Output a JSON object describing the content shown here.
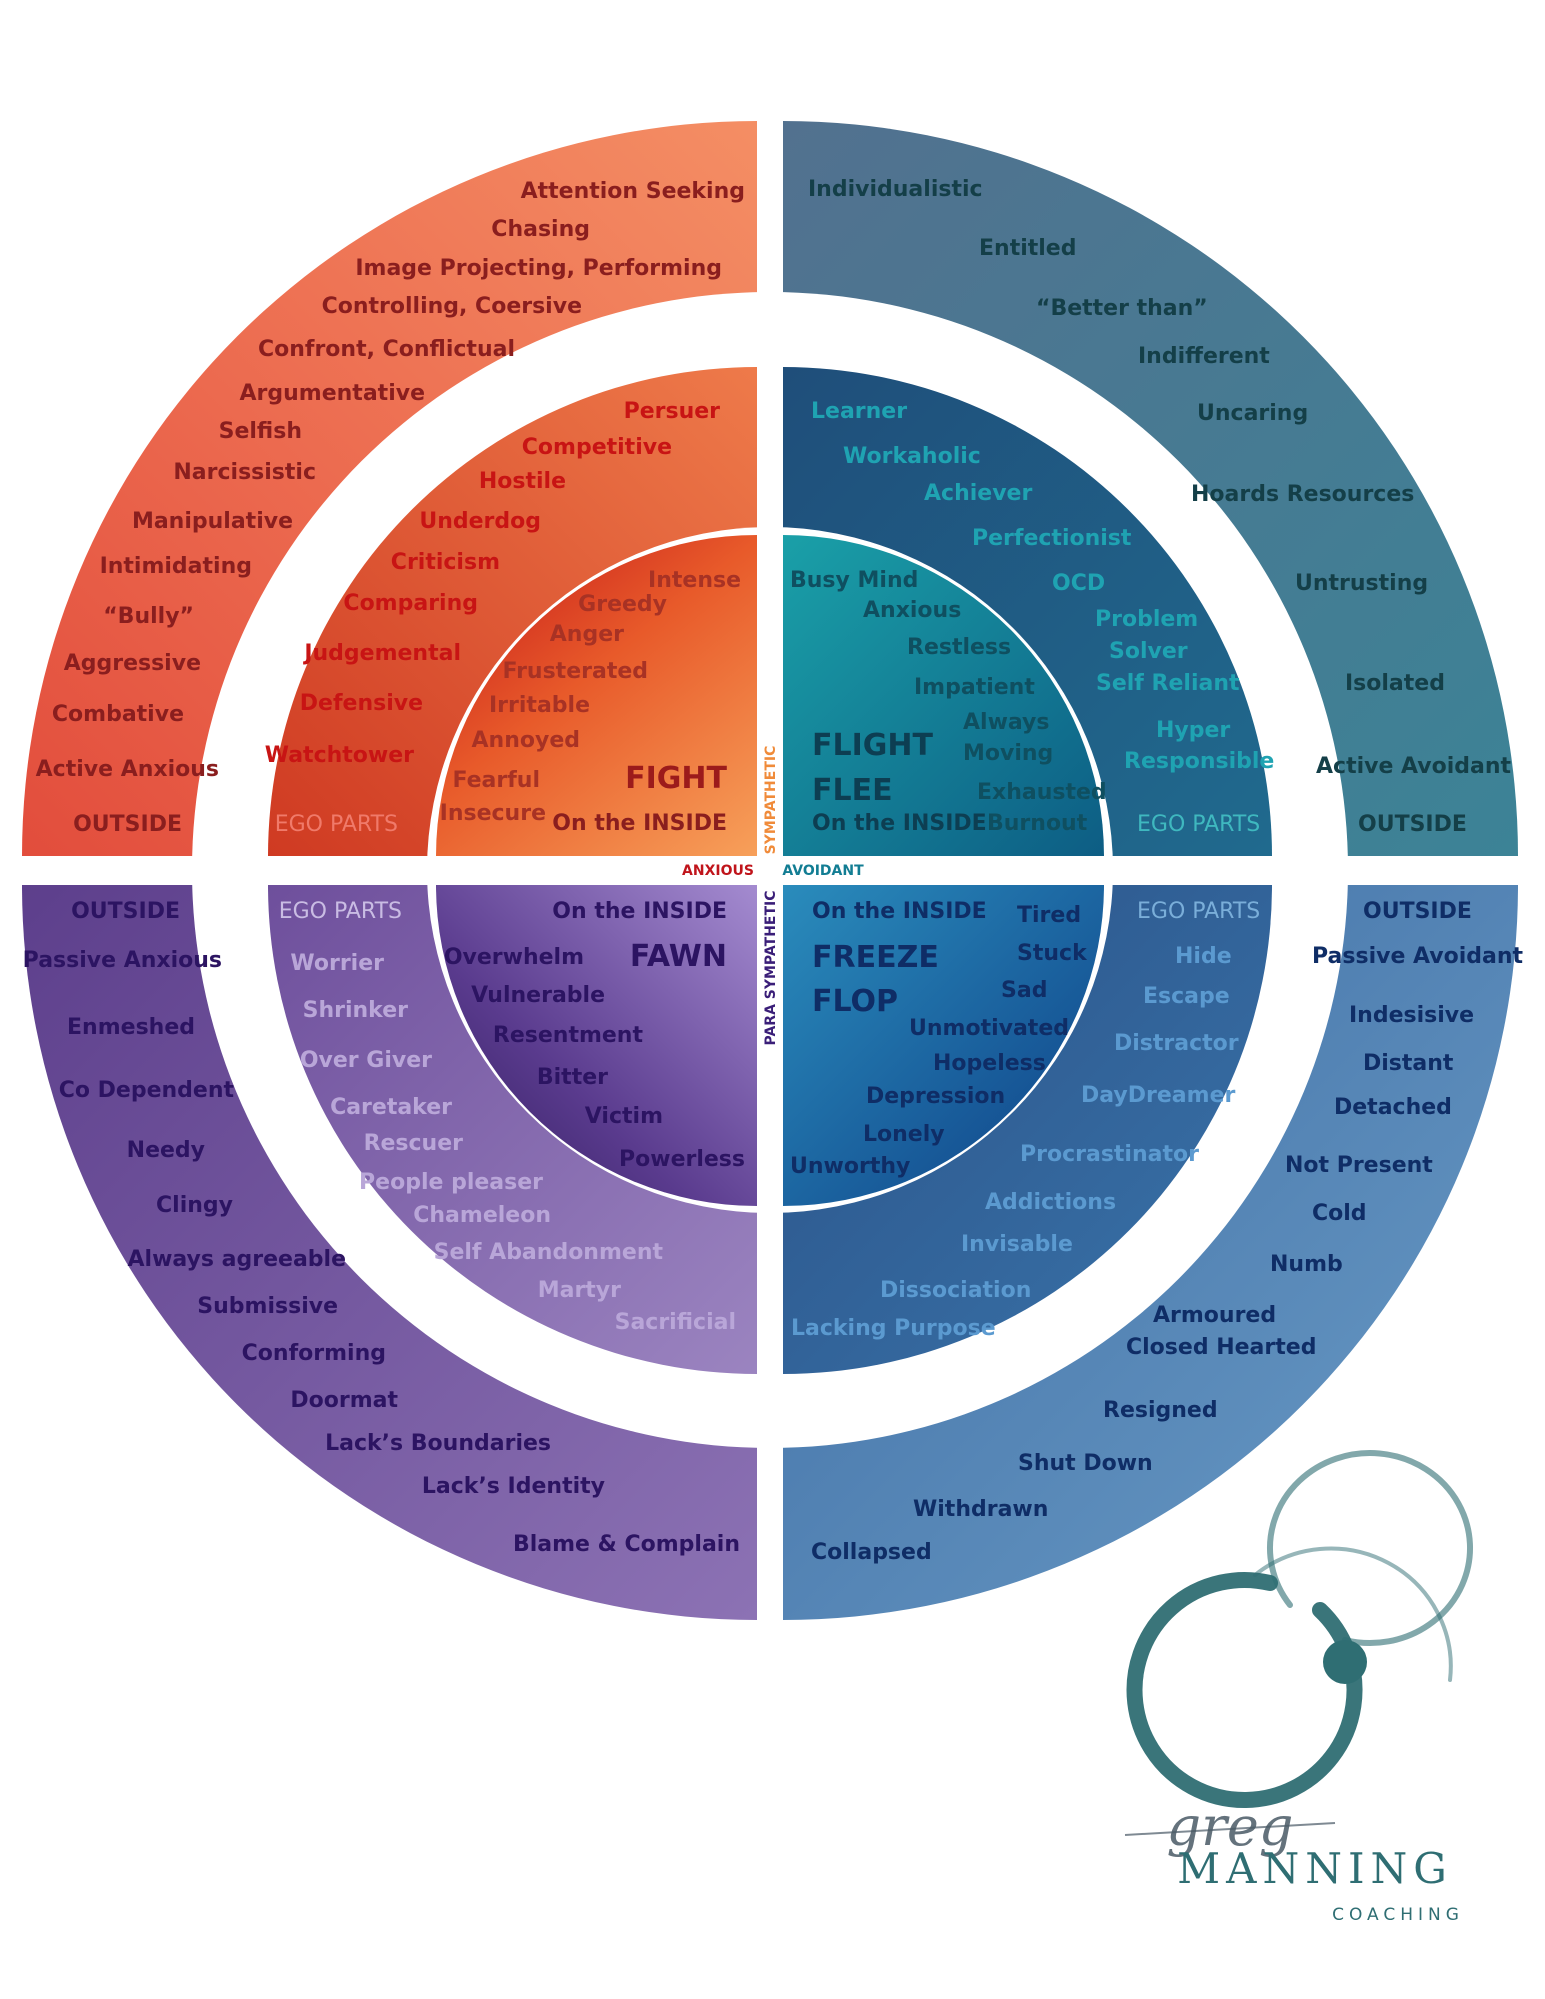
{
  "quadrants": {
    "fight": {
      "outer_items": [
        "Attention Seeking",
        "Chasing",
        "Image Projecting, Performing",
        "Controlling, Coersive",
        "Confront, Conflictual",
        "Argumentative",
        "Selfish",
        "Narcissistic",
        "Manipulative",
        "Intimidating",
        "“Bully”",
        "Aggressive",
        "Combative",
        "Active Anxious",
        "OUTSIDE"
      ],
      "ego_items": [
        "Persuer",
        "Competitive",
        "Hostile",
        "Underdog",
        "Criticism",
        "Comparing",
        "Judgemental",
        "Defensive",
        "Watchtower",
        "EGO PARTS"
      ],
      "inner_items": [
        "Intense",
        "Greedy",
        "Anger",
        "Frusterated",
        "Irritable",
        "Annoyed",
        "Fearful",
        "Insecure"
      ],
      "title": "FIGHT",
      "inside_label": "On the INSIDE"
    },
    "flight": {
      "outer_items": [
        "Individualistic",
        "Entitled",
        "“Better than”",
        "Indifferent",
        "Uncaring",
        "Hoards Resources",
        "Untrusting",
        "Isolated",
        "Active Avoidant",
        "OUTSIDE"
      ],
      "ego_items": [
        "Learner",
        "Workaholic",
        "Achiever",
        "Perfectionist",
        "OCD",
        "Problem",
        "Solver",
        "Self Reliant",
        "Hyper",
        "Responsible",
        "EGO PARTS"
      ],
      "inner_items": [
        "Busy Mind",
        "Anxious",
        "Restless",
        "Impatient",
        "Always",
        "Moving",
        "Exhausted",
        "Burnout"
      ],
      "title_1": "FLIGHT",
      "title_2": "FLEE",
      "inside_label": "On the INSIDE"
    },
    "fawn": {
      "outer_items": [
        "OUTSIDE",
        "Passive Anxious",
        "Enmeshed",
        "Co Dependent",
        "Needy",
        "Clingy",
        "Always agreeable",
        "Submissive",
        "Conforming",
        "Doormat",
        "Lack’s Boundaries",
        "Lack’s Identity",
        "Blame & Complain"
      ],
      "ego_items": [
        "EGO PARTS",
        "Worrier",
        "Shrinker",
        "Over Giver",
        "Caretaker",
        "Rescuer",
        "People pleaser",
        "Chameleon",
        "Self Abandonment",
        "Martyr",
        "Sacrificial"
      ],
      "inner_items": [
        "Overwhelm",
        "Vulnerable",
        "Resentment",
        "Bitter",
        "Victim",
        "Powerless"
      ],
      "title": "FAWN",
      "inside_label": "On the INSIDE"
    },
    "freeze": {
      "outer_items": [
        "OUTSIDE",
        "Passive Avoidant",
        "Indesisive",
        "Distant",
        "Detached",
        "Not Present",
        "Cold",
        "Numb",
        "Armoured",
        "Closed Hearted",
        "Resigned",
        "Shut Down",
        "Withdrawn",
        "Collapsed"
      ],
      "ego_items": [
        "EGO PARTS",
        "Hide",
        "Escape",
        "Distractor",
        "DayDreamer",
        "Procrastinator",
        "Addictions",
        "Invisable",
        "Dissociation",
        "Lacking Purpose"
      ],
      "inner_items": [
        "Tired",
        "Stuck",
        "Sad",
        "Unmotivated",
        "Hopeless",
        "Depression",
        "Lonely",
        "Unworthy"
      ],
      "title_1": "FREEZE",
      "title_2": "FLOP",
      "inside_label": "On the INSIDE"
    }
  },
  "axis_labels": {
    "anxious": "ANXIOUS",
    "avoidant": "AVOIDANT",
    "sympathetic": "SYMPATHETIC",
    "para_sympathetic": "PARA SYMPATHETIC"
  },
  "logo": {
    "script": "greg",
    "name": "MANNING",
    "sub": "COACHING"
  },
  "colors": {
    "fight_outer": "#e8644c",
    "fight_ego": "#d9452c",
    "fight_inner": "#e24a1f",
    "flight_outer": "#4a7490",
    "flight_ego": "#1c5a82",
    "flight_inner": "#117f98",
    "fawn_outer": "#7a5a9e",
    "fawn_ego": "#8062a8",
    "fawn_inner": "#4c2f7e",
    "freeze_outer": "#4f7fb0",
    "freeze_ego": "#2b5c94",
    "freeze_inner": "#1c57a0",
    "logo": "#2f6e73"
  }
}
